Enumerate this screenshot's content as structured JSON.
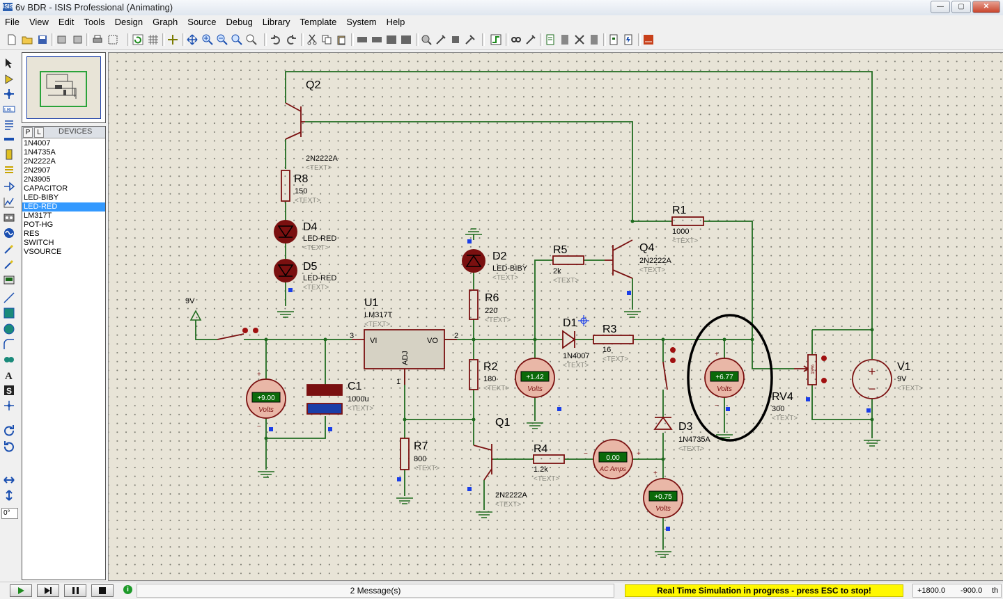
{
  "window": {
    "title": "6v BDR - ISIS Professional (Animating)",
    "icon_text": "ISIS"
  },
  "menu": [
    "File",
    "View",
    "Edit",
    "Tools",
    "Design",
    "Graph",
    "Source",
    "Debug",
    "Library",
    "Template",
    "System",
    "Help"
  ],
  "devices": {
    "tab_p": "P",
    "tab_l": "L",
    "header": "DEVICES",
    "items": [
      "1N4007",
      "1N4735A",
      "2N2222A",
      "2N2907",
      "2N3905",
      "CAPACITOR",
      "LED-BIBY",
      "LED-RED",
      "LM317T",
      "POT-HG",
      "RES",
      "SWITCH",
      "VSOURCE"
    ],
    "selected": "LED-RED"
  },
  "angle": "0°",
  "schematic": {
    "placeholder": "<TEXT>",
    "labels": {
      "Q2": "Q2",
      "Q2_type": "2N2222A",
      "R8": "R8",
      "R8_val": "150",
      "D4": "D4",
      "D4_type": "LED-RED",
      "D5": "D5",
      "D5_type": "LED-RED",
      "D2": "D2",
      "D2_type": "LED-BIBY",
      "R6": "R6",
      "R6_val": "220",
      "R5": "R5",
      "R5_val": "2k",
      "Q4": "Q4",
      "Q4_type": "2N2222A",
      "R1": "R1",
      "R1_val": "1000",
      "U1": "U1",
      "U1_type": "LM317T",
      "U1_vi": "VI",
      "U1_vo": "VO",
      "U1_adj": "ADJ",
      "U1_pin3": "3",
      "U1_pin2": "2",
      "U1_pin1": "1",
      "D1": "D1",
      "D1_type": "1N4007",
      "R3": "R3",
      "R3_val": "16",
      "R2": "R2",
      "R2_val": "180",
      "C1": "C1",
      "C1_val": "1000u",
      "R7": "R7",
      "R7_val": "800",
      "Q1": "Q1",
      "Q1_type": "2N2222A",
      "R4": "R4",
      "R4_val": "1.2k",
      "D3": "D3",
      "D3_type": "1N4735A",
      "RV4": "RV4",
      "RV4_val": "300",
      "RV4_pct": "19%",
      "V1": "V1",
      "V1_val": "9V",
      "src_9v": "9V"
    },
    "meters": {
      "m1": {
        "value": "+9.00",
        "unit": "Volts"
      },
      "m2": {
        "value": "+1.42",
        "unit": "Volts"
      },
      "m3": {
        "value": "+6.77",
        "unit": "Volts"
      },
      "m4": {
        "value": "0.00",
        "unit": "AC Amps"
      },
      "m5": {
        "value": "+0.75",
        "unit": "Volts"
      }
    }
  },
  "status": {
    "messages": "2 Message(s)",
    "sim_message": "Real Time Simulation in progress - press ESC to stop!",
    "coord_x": "+1800.0",
    "coord_y": "-900.0",
    "units": "th"
  },
  "colors": {
    "wire": "#1f6b1f",
    "component": "#7a1010",
    "meter_display": "#0a6a0a",
    "highlight": "#fff800"
  }
}
